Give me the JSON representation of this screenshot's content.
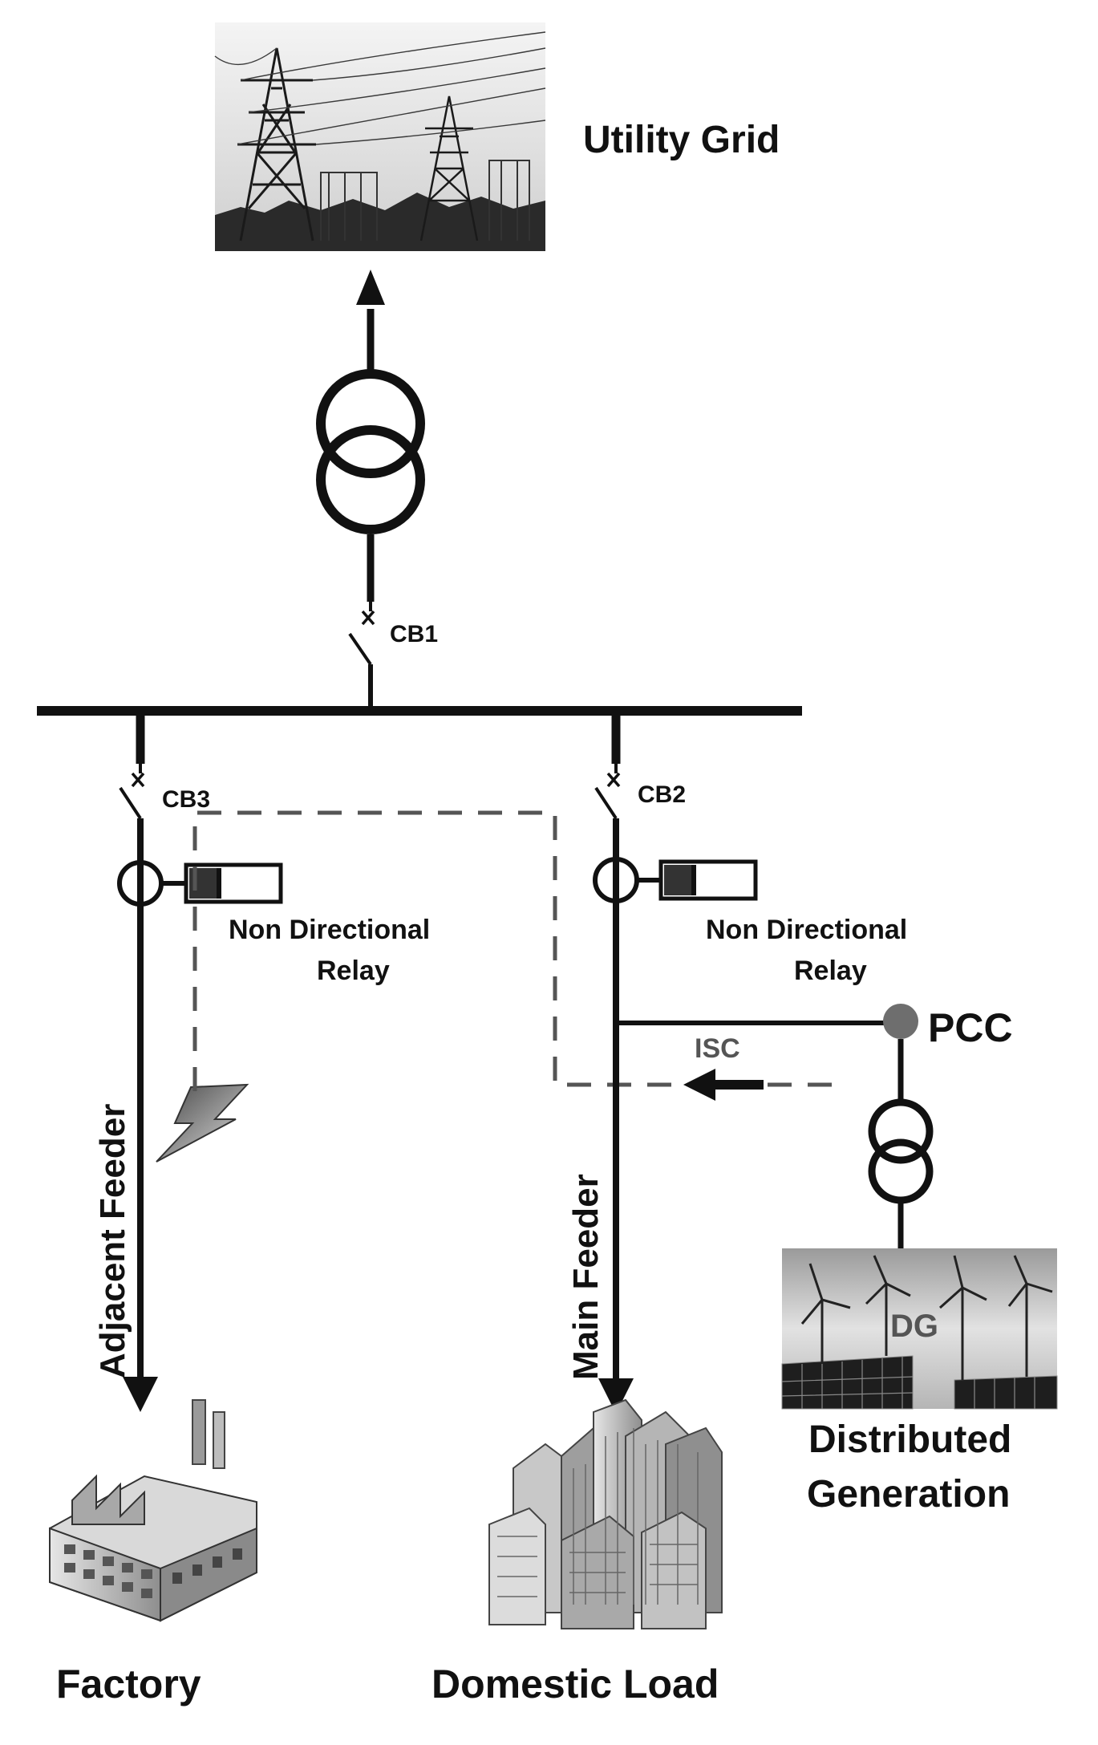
{
  "labels": {
    "utility_grid": "Utility Grid",
    "cb1": "CB1",
    "cb2": "CB2",
    "cb3": "CB3",
    "relay_left_line1": "Non Directional",
    "relay_left_line2": "Relay",
    "relay_right_line1": "Non Directional",
    "relay_right_line2": "Relay",
    "pcc": "PCC",
    "isc": "ISC",
    "adjacent_feeder": "Adjacent Feeder",
    "main_feeder": "Main Feeder",
    "dg": "DG",
    "distributed_generation_line1": "Distributed",
    "distributed_generation_line2": "Generation",
    "factory": "Factory",
    "domestic_load": "Domestic Load"
  },
  "icons": {
    "utility_grid_image": "transmission-tower-photo",
    "dg_image": "wind-turbine-solar-photo",
    "factory_image": "factory-building-icon",
    "domestic_load_image": "city-buildings-icon",
    "fault": "lightning-bolt-icon",
    "transformer": "two-winding-transformer-symbol",
    "breaker": "circuit-breaker-symbol",
    "relay": "relay-box-symbol"
  },
  "colors": {
    "line": "#111111",
    "dashed": "#555555",
    "pcc_node": "#6e6e6e"
  }
}
